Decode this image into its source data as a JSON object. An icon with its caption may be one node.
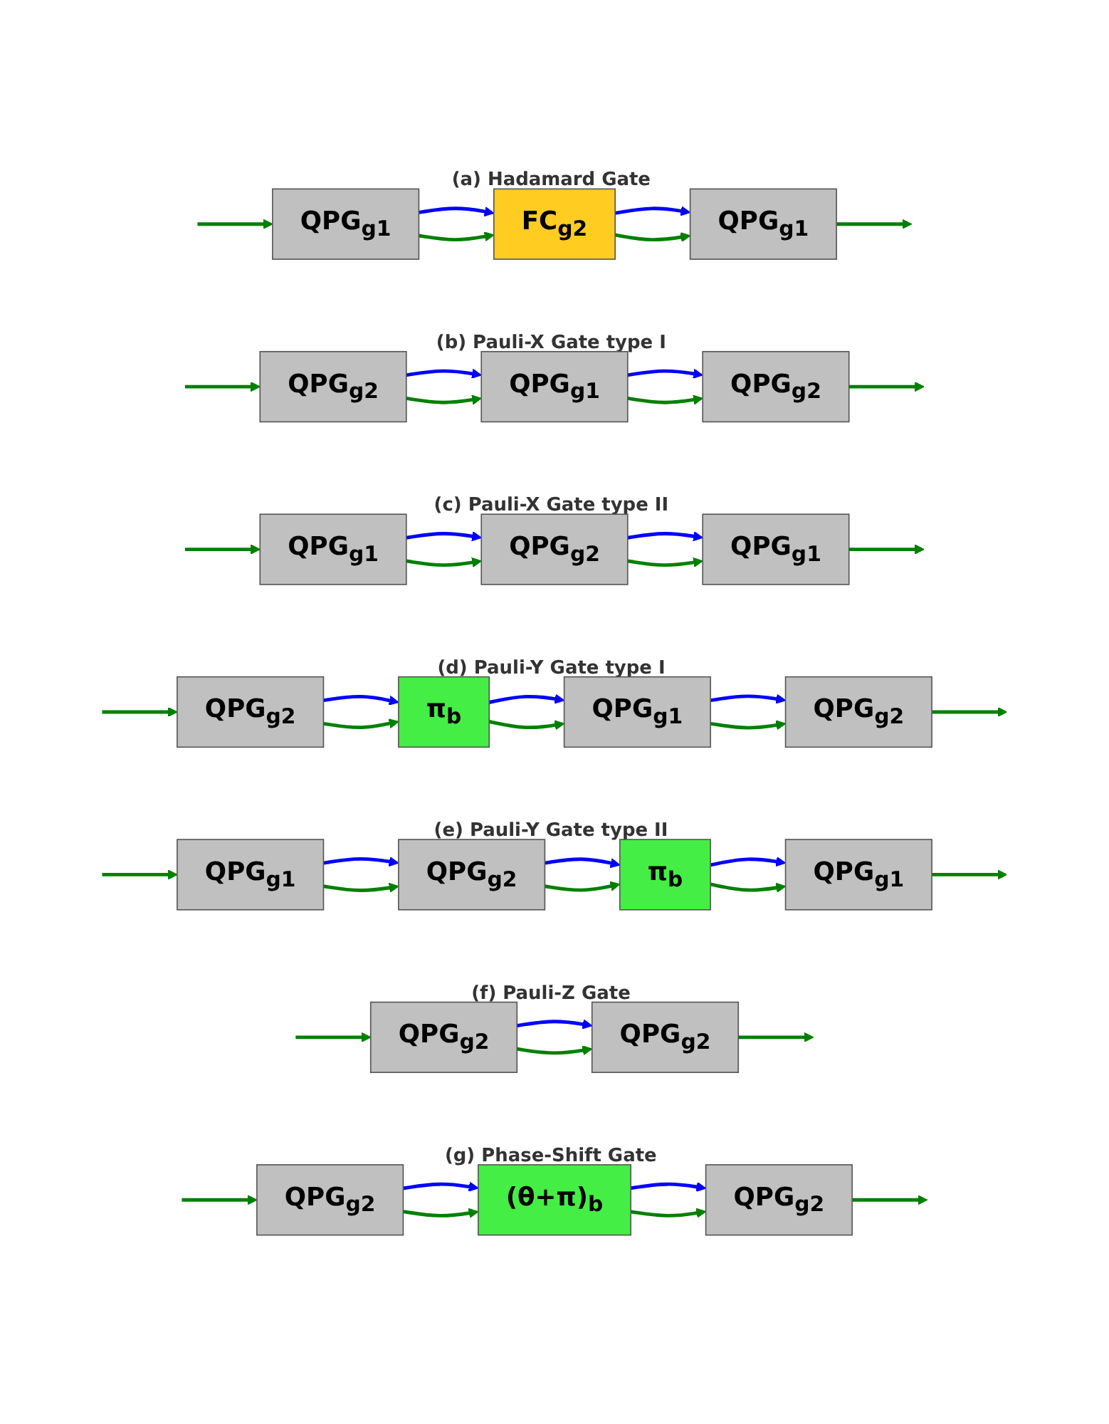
{
  "diagram": {
    "nodes": [
      {
        "text": [
          "QPG$_{g1}$"
        ]
      },
      {
        "text": [
          "FC$_{g2}$"
        ]
      },
      {
        "text": [
          "QPG$_{g1}$"
        ]
      },
      {
        "text": [
          "QPG$_{g2}$"
        ]
      },
      {
        "text": [
          "QPG$_{g1}$"
        ]
      },
      {
        "text": [
          "QPG$_{g2}$"
        ]
      },
      {
        "text": [
          "QPG$_{g1}$"
        ]
      },
      {
        "text": [
          "QPG$_{g2}$"
        ]
      },
      {
        "text": [
          "QPG$_{g1}$"
        ]
      },
      {
        "text": [
          "QPG$_{g2}$"
        ]
      },
      {
        "text": [
          "π$_{b}$"
        ]
      },
      {
        "text": [
          "QPG$_{g1}$"
        ]
      },
      {
        "text": [
          "QPG$_{g2}$"
        ]
      },
      {
        "text": [
          "QPG$_{g1}$"
        ]
      },
      {
        "text": [
          "QPG$_{g2}$"
        ]
      },
      {
        "text": [
          "π$_{b}$"
        ]
      },
      {
        "text": [
          "QPG$_{g1}$"
        ]
      },
      {
        "text": [
          "QPG$_{g2}$"
        ]
      },
      {
        "text": [
          "QPG$_{g2}$"
        ]
      },
      {
        "text": [
          "QPG$_{g2}$"
        ]
      },
      {
        "text": [
          "(θ+π)$_{b}$"
        ]
      },
      {
        "text": [
          "QPG$_{g2}$"
        ]
      }
    ],
    "edges": [
      {
        "from": null,
        "to": 0,
        "arrow": "to"
      },
      {
        "from": 0,
        "to": 1,
        "arrow": "to",
        "color": "#0000ff"
      },
      {
        "from": 0,
        "to": 1,
        "arrow": "to"
      },
      {
        "from": 1,
        "to": 2,
        "arrow": "to",
        "color": "#0000ff"
      },
      {
        "from": 1,
        "to": 2,
        "arrow": "to"
      },
      {
        "from": 2,
        "to": null,
        "arrow": "to"
      },
      {
        "from": null,
        "to": 3,
        "arrow": "to"
      },
      {
        "from": 3,
        "to": 4,
        "arrow": "to",
        "color": "#0000ff"
      },
      {
        "from": 3,
        "to": 4,
        "arrow": "to"
      },
      {
        "from": 4,
        "to": 5,
        "arrow": "to",
        "color": "#0000ff"
      },
      {
        "from": 4,
        "to": 5,
        "arrow": "to"
      },
      {
        "from": 5,
        "to": null,
        "arrow": "to"
      },
      {
        "from": null,
        "to": 6,
        "arrow": "to"
      },
      {
        "from": 6,
        "to": 7,
        "arrow": "to",
        "color": "#0000ff"
      },
      {
        "from": 6,
        "to": 7,
        "arrow": "to"
      },
      {
        "from": 7,
        "to": 8,
        "arrow": "to",
        "color": "#0000ff"
      },
      {
        "from": 7,
        "to": 8,
        "arrow": "to"
      },
      {
        "from": 8,
        "to": null,
        "arrow": "to"
      },
      {
        "from": null,
        "to": 9,
        "arrow": "to"
      },
      {
        "from": 9,
        "to": 10,
        "arrow": "to",
        "color": "#0000ff"
      },
      {
        "from": 9,
        "to": 10,
        "arrow": "to"
      },
      {
        "from": 10,
        "to": 11,
        "arrow": "to",
        "color": "#0000ff"
      },
      {
        "from": 10,
        "to": 11,
        "arrow": "to"
      },
      {
        "from": 11,
        "to": 12,
        "arrow": "to",
        "color": "#0000ff"
      },
      {
        "from": 11,
        "to": 12,
        "arrow": "to"
      },
      {
        "from": 12,
        "to": null,
        "arrow": "to"
      },
      {
        "from": null,
        "to": 13,
        "arrow": "to"
      },
      {
        "from": 13,
        "to": 14,
        "arrow": "to",
        "color": "#0000ff"
      },
      {
        "from": 13,
        "to": 14,
        "arrow": "to"
      },
      {
        "from": 14,
        "to": 15,
        "arrow": "to",
        "color": "#0000ff"
      },
      {
        "from": 14,
        "to": 15,
        "arrow": "to"
      },
      {
        "from": 15,
        "to": 16,
        "arrow": "to",
        "color": "#0000ff"
      },
      {
        "from": 15,
        "to": 16,
        "arrow": "to"
      },
      {
        "from": 16,
        "to": null,
        "arrow": "to"
      },
      {
        "from": null,
        "to": 17,
        "arrow": "to"
      },
      {
        "from": 17,
        "to": 18,
        "arrow": "to",
        "color": "#0000ff"
      },
      {
        "from": 17,
        "to": 18,
        "arrow": "to"
      },
      {
        "from": 18,
        "to": null,
        "arrow": "to"
      },
      {
        "from": null,
        "to": 19,
        "arrow": "to"
      },
      {
        "from": 19,
        "to": 20,
        "arrow": "to",
        "color": "#0000ff"
      },
      {
        "from": 19,
        "to": 20,
        "arrow": "to"
      },
      {
        "from": 20,
        "to": 21,
        "arrow": "to",
        "color": "#0000ff"
      },
      {
        "from": 20,
        "to": 21,
        "arrow": "to"
      },
      {
        "from": 21,
        "to": null,
        "arrow": "to"
      }
    ],
    "labels": [
      "(a) Hadamard Gate",
      "(b) Pauli-X Gate type I",
      "(c) Pauli-X Gate type II",
      "(d) Pauli-Y Gate type I",
      "(e) Pauli-Y Gate type II",
      "(f) Pauli-Z Gate",
      "(g) Phase-Shift Gate"
    ]
  }
}
